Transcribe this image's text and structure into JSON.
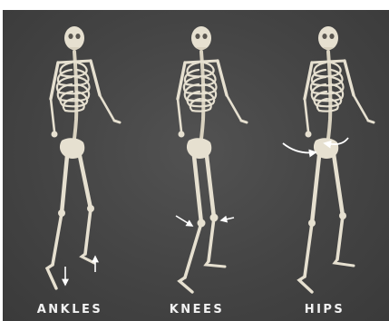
{
  "figure": {
    "panels": [
      {
        "id": "ankles",
        "caption": "ANKLES",
        "arrow_count": 2
      },
      {
        "id": "knees",
        "caption": "KNEES",
        "arrow_count": 2
      },
      {
        "id": "hips",
        "caption": "HIPS",
        "arrow_count": 2
      }
    ],
    "colors": {
      "background": "#474747",
      "bone": "#e6e0d0",
      "arrow": "#ffffff",
      "caption": "#f2f2f2"
    }
  }
}
